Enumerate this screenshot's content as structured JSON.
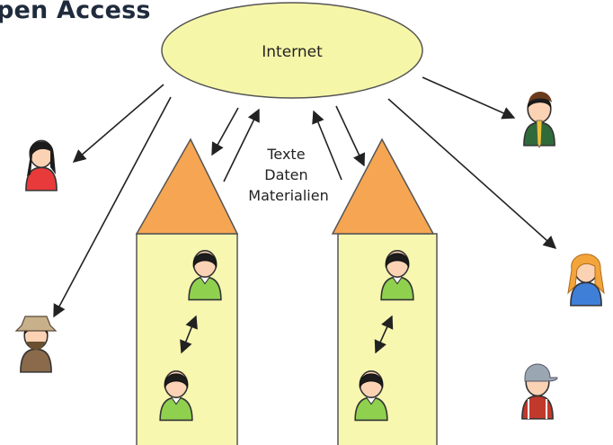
{
  "title": "pen Access",
  "cloud_label": "Internet",
  "center_label": [
    "Texte",
    "Daten",
    "Materialien"
  ],
  "colors": {
    "cloud_fill": "#f6f6a8",
    "tower_fill": "#f7f7b0",
    "roof_fill": "#f6a653",
    "arrow": "#222222"
  },
  "icons": {
    "outside_users": [
      "user-red-icon",
      "user-green-icon",
      "user-hat-icon",
      "user-blue-icon",
      "user-cap-icon"
    ],
    "inside_users": [
      "user-inside-icon"
    ]
  }
}
